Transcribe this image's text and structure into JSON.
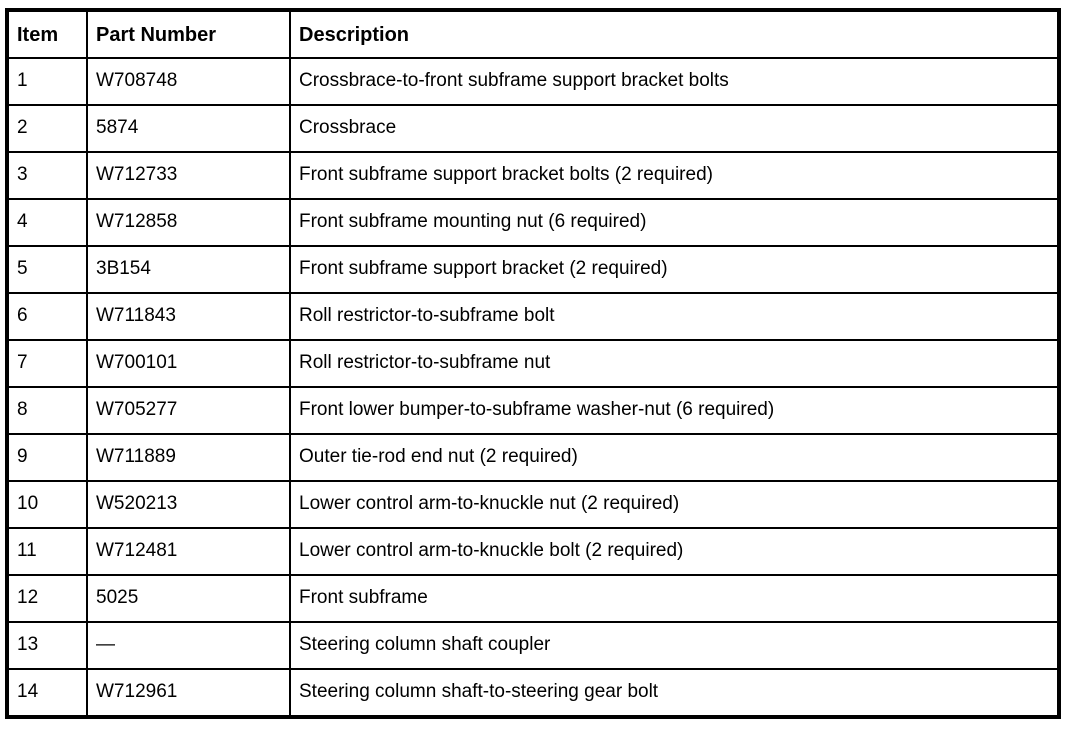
{
  "table": {
    "header": {
      "item": "Item",
      "part_number": "Part Number",
      "description": "Description"
    },
    "rows": [
      {
        "item": "1",
        "part_number": "W708748",
        "description": "Crossbrace-to-front subframe support bracket bolts"
      },
      {
        "item": "2",
        "part_number": "5874",
        "description": "Crossbrace"
      },
      {
        "item": "3",
        "part_number": "W712733",
        "description": "Front subframe support bracket bolts (2 required)"
      },
      {
        "item": "4",
        "part_number": "W712858",
        "description": "Front subframe mounting nut (6 required)"
      },
      {
        "item": "5",
        "part_number": "3B154",
        "description": "Front subframe support bracket (2 required)"
      },
      {
        "item": "6",
        "part_number": "W711843",
        "description": "Roll restrictor-to-subframe bolt"
      },
      {
        "item": "7",
        "part_number": "W700101",
        "description": "Roll restrictor-to-subframe nut"
      },
      {
        "item": "8",
        "part_number": "W705277",
        "description": "Front lower bumper-to-subframe washer-nut (6 required)"
      },
      {
        "item": "9",
        "part_number": "W711889",
        "description": "Outer tie-rod end nut (2 required)"
      },
      {
        "item": "10",
        "part_number": "W520213",
        "description": "Lower control arm-to-knuckle nut (2 required)"
      },
      {
        "item": "11",
        "part_number": "W712481",
        "description": "Lower control arm-to-knuckle bolt (2 required)"
      },
      {
        "item": "12",
        "part_number": "5025",
        "description": "Front subframe"
      },
      {
        "item": "13",
        "part_number": "—",
        "description": "Steering column shaft coupler"
      },
      {
        "item": "14",
        "part_number": "W712961",
        "description": "Steering column shaft-to-steering gear bolt"
      }
    ],
    "colors": {
      "border": "#000000",
      "text": "#000000",
      "background": "#ffffff"
    }
  }
}
